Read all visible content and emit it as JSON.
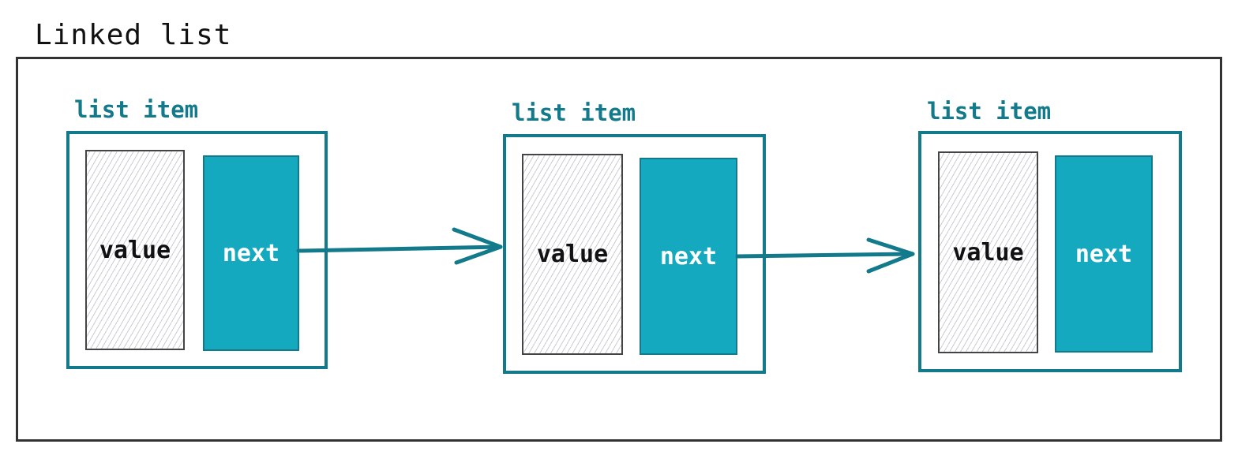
{
  "title": "Linked list",
  "colors": {
    "accent": "#137a8c",
    "next_fill": "#15a9c0",
    "outline": "#333333"
  },
  "items": [
    {
      "label": "list item",
      "value": "value",
      "next": "next"
    },
    {
      "label": "list item",
      "value": "value",
      "next": "next"
    },
    {
      "label": "list item",
      "value": "value",
      "next": "next"
    }
  ]
}
